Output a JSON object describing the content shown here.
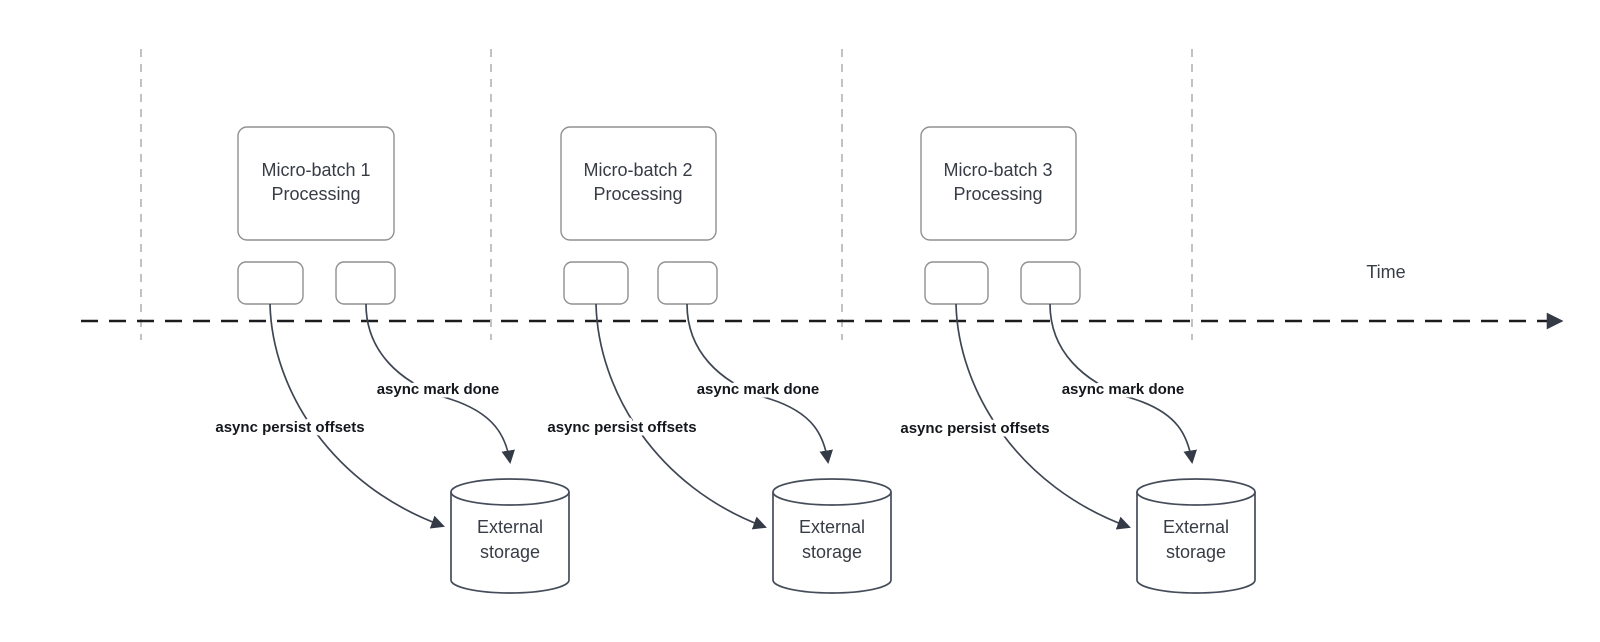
{
  "colors": {
    "curve": "#3f4653",
    "box_border": "#909090",
    "cylinder_border": "#464d5a",
    "timeline": "#1c1c1e",
    "guide_dash": "#a9a9a9",
    "text_primary": "#373c45",
    "label_bold": "#14171c",
    "arrowhead": "#343b46"
  },
  "timeline": {
    "label": "Time"
  },
  "sections": [
    {
      "box_line1": "Micro-batch 1",
      "box_line2": "Processing",
      "persist_label": "async persist offsets",
      "mark_done_label": "async mark done",
      "storage_line1": "External",
      "storage_line2": "storage"
    },
    {
      "box_line1": "Micro-batch 2",
      "box_line2": "Processing",
      "persist_label": "async persist offsets",
      "mark_done_label": "async mark done",
      "storage_line1": "External",
      "storage_line2": "storage"
    },
    {
      "box_line1": "Micro-batch 3",
      "box_line2": "Processing",
      "persist_label": "async persist offsets",
      "mark_done_label": "async mark done",
      "storage_line1": "External",
      "storage_line2": "storage"
    }
  ]
}
